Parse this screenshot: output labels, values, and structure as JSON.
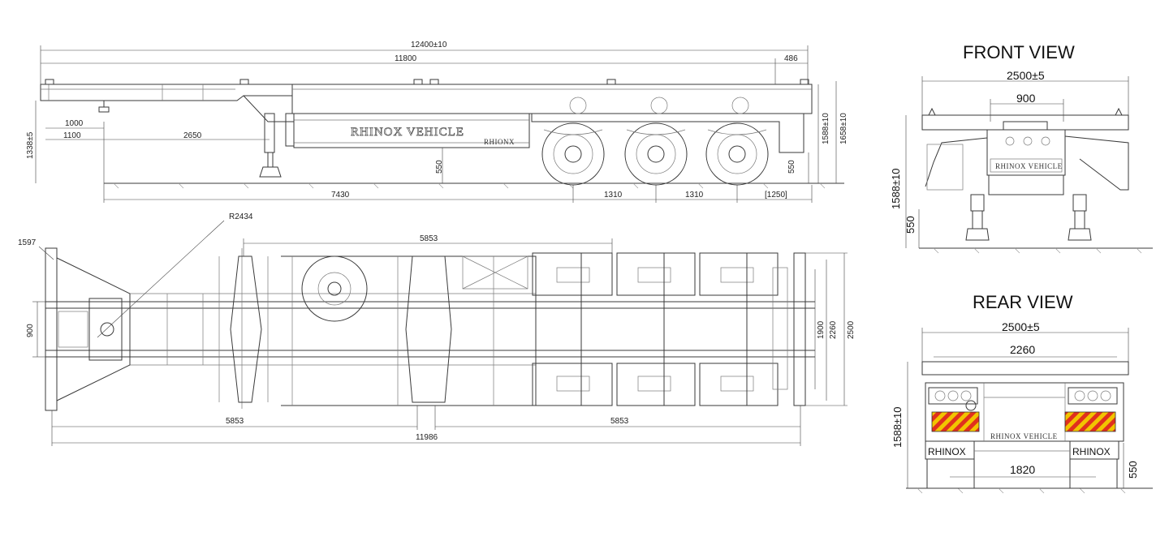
{
  "views": {
    "front_title": "FRONT VIEW",
    "rear_title": "REAR VIEW"
  },
  "branding": {
    "side_big": "RHINOX VEHICLE",
    "side_small": "RHIONX",
    "front_plate": "RHINOX VEHICLE",
    "rear_plate": "RHINOX VEHICLE",
    "rear_left": "RHINOX",
    "rear_right": "RHINOX"
  },
  "side_dims": {
    "overall": "12400±10",
    "main": "11800",
    "rear": "486",
    "kingpin_a": "1000",
    "kingpin_b": "1100",
    "leg": "2650",
    "height_left": "1338±5",
    "h_1588": "1588±10",
    "h_1658": "1658±10",
    "ground_550_a": "550",
    "ground_550_b": "550",
    "bottom_7430": "7430",
    "axle_1310_a": "1310",
    "axle_1310_b": "1310",
    "overhang": "[1250]"
  },
  "top_dims": {
    "radius": "R2434",
    "kingpin": "1597",
    "span": "5853",
    "width_900": "900",
    "left_5853": "5853",
    "right_5853": "5853",
    "overall": "11986",
    "w_1900": "1900",
    "w_2260": "2260",
    "w_2500": "2500"
  },
  "front_dims": {
    "width": "2500±5",
    "inner": "900",
    "height": "1588±10",
    "ground": "550"
  },
  "rear_dims": {
    "width": "2500±5",
    "inner": "2260",
    "track": "1820",
    "height": "1588±10",
    "ground": "550"
  },
  "colors": {
    "line": "#3a3a3a",
    "reflector_red": "#e0301e",
    "reflector_yellow": "#f2c400"
  }
}
